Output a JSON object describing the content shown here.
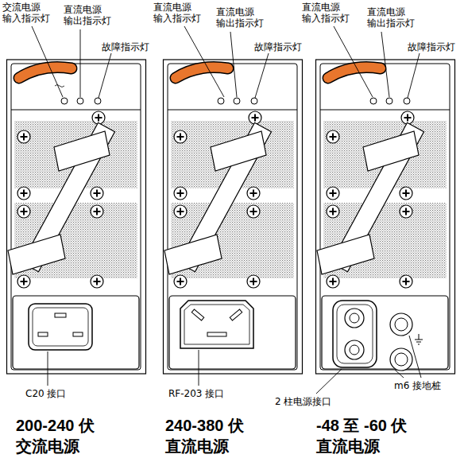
{
  "diagram": {
    "labels": [
      "交流电源 输入指示灯",
      "直流电源 输出指示灯",
      "故障指示灯",
      "C20 接口",
      "200-240 伏 交流电源",
      "直流电源 输入指示灯",
      "直流电源 输出指示灯",
      "故障指示灯",
      "RF-203 接口",
      "240-380 伏 直流电源",
      "直流电源 输入指示灯",
      "直流电源 输出指示灯",
      "故障指示灯",
      "2 柱电源接口",
      "m6 接地桩",
      "-48 至 -60 伏 直流电源"
    ]
  }
}
